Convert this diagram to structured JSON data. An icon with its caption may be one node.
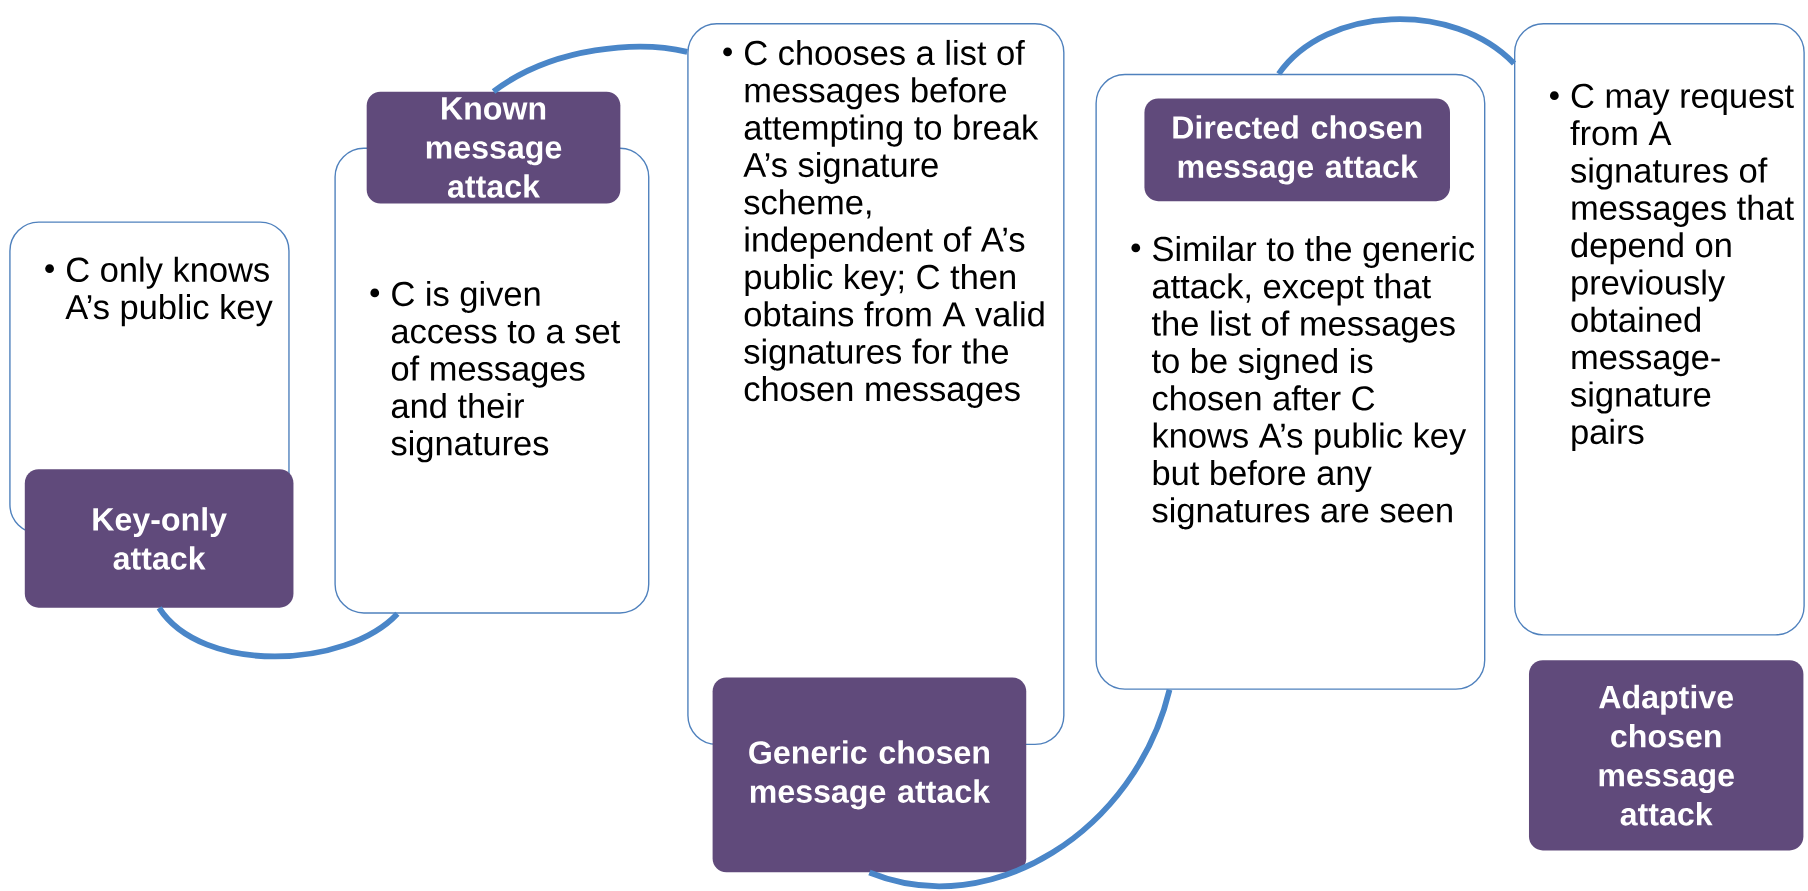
{
  "diagram": {
    "nodes": [
      {
        "text": [
          "Key-only attack"
        ]
      },
      {
        "text": [
          "C only knows A’s public key"
        ]
      },
      {
        "text": [
          "Known message attack"
        ]
      },
      {
        "text": [
          "C is given access to a set of messages and their signatures"
        ]
      },
      {
        "text": [
          "Generic chosen message attack"
        ]
      },
      {
        "text": [
          "C chooses a list of messages before attempting to break A’s signature scheme, independent of A’s public key; C then obtains from A valid signatures for the chosen messages"
        ]
      },
      {
        "text": [
          "Directed chosen message attack"
        ],
        "in": 7
      },
      {
        "text": [
          "Similar to the generic attack, except that the list of messages to be signed is chosen after C knows A’s public key but before any signatures are seen"
        ]
      },
      {
        "text": [
          "Adaptive chosen message attack"
        ]
      },
      {
        "text": [
          "C may request from A signatures of messages that depend on previously obtained message-signature pairs"
        ]
      }
    ],
    "edges": [
      {
        "from": 0,
        "to": 3,
        "arrow": "none"
      },
      {
        "from": 2,
        "to": 5,
        "arrow": "none"
      },
      {
        "from": 4,
        "to": 7,
        "arrow": "none"
      },
      {
        "from": 7,
        "to": 9,
        "arrow": "none"
      }
    ]
  }
}
